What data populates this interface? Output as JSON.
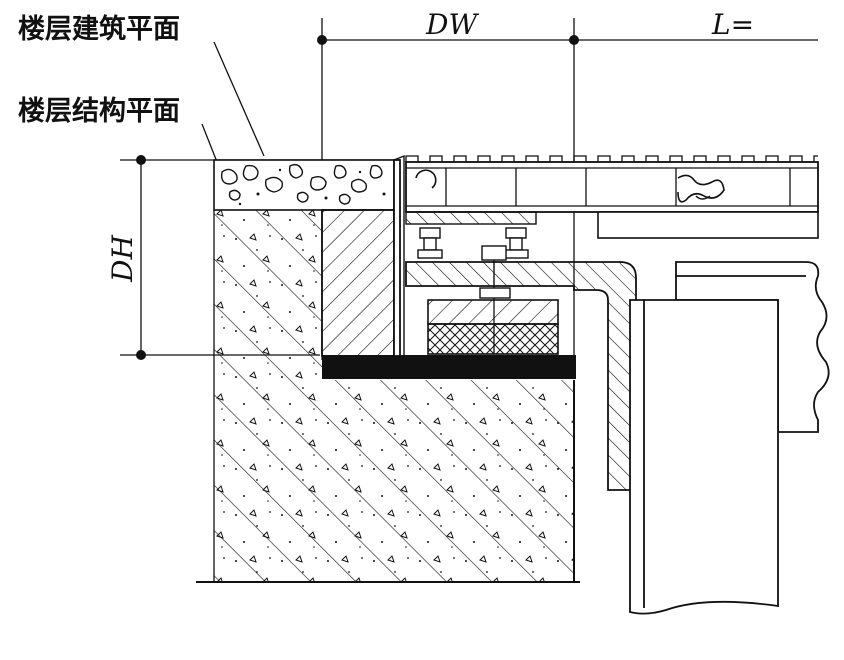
{
  "labels": {
    "floor_finish_plane": "楼层建筑平面",
    "floor_structure_plane": "楼层结构平面",
    "joint_width": "DW",
    "plate_length": "L=",
    "finish_depth": "DH"
  },
  "colors": {
    "line": "#111111",
    "background": "#ffffff"
  }
}
